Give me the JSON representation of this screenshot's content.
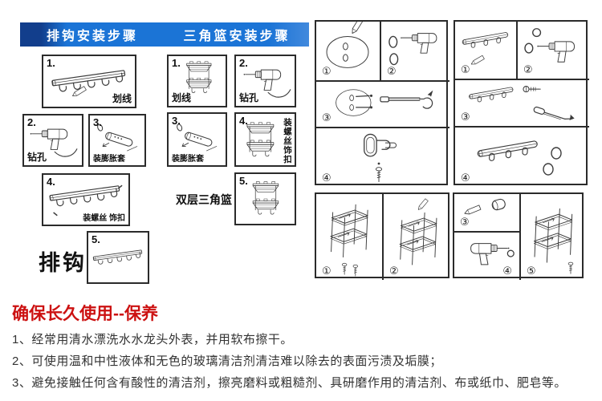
{
  "banner": {
    "left_title": "排钩安装步骤",
    "right_title": "三角篮安装步骤"
  },
  "hook_section": {
    "caption": "排钩",
    "steps": [
      {
        "num": "1.",
        "label": "划线"
      },
      {
        "num": "2.",
        "label": "钻孔"
      },
      {
        "num": "3.",
        "label": "装膨胀套"
      },
      {
        "num": "4.",
        "label": "装螺丝 饰扣"
      },
      {
        "num": "5.",
        "label": ""
      }
    ]
  },
  "basket_section": {
    "caption": "双层三角篮",
    "steps": [
      {
        "num": "1.",
        "label": "划线"
      },
      {
        "num": "2.",
        "label": "钻孔"
      },
      {
        "num": "3.",
        "label": "装膨胀套"
      },
      {
        "num": "4.",
        "label": "装螺丝饰扣"
      },
      {
        "num": "5.",
        "label": ""
      }
    ]
  },
  "grids": {
    "a": [
      "①",
      "②",
      "③",
      "④"
    ],
    "b": [
      "①",
      "②",
      "③",
      "④"
    ],
    "c": [
      "①",
      "②",
      "③",
      "④",
      "⑤"
    ]
  },
  "illustrations": {
    "hook_rail": "five-hook aluminum rail line drawing",
    "drill": "electric hand drill line drawing",
    "expansion_sleeve": "wall anchor expansion sleeve with ring",
    "double_basket": "two-tier corner basket line drawing",
    "oval_plate": "oval mounting plate with two holes",
    "shelf": "two-tier rectangular rack line drawing"
  },
  "colors": {
    "banner_blue": "#1b74d6",
    "banner_dark_blue": "#123e8c",
    "heading_red": "#cc1111",
    "body_text": "#333333",
    "line_art": "#3b3b3b"
  },
  "maintenance": {
    "heading": "确保长久使用--保养",
    "lines": [
      "1、经常用清水漂洗水水龙头外表，并用软布擦干。",
      "2、可使用温和中性液体和无色的玻璃清洁剂清洁难以除去的表面污渍及垢膜；",
      "3、避免接触任何含有酸性的清洁剂，擦亮磨料或粗糙剂、具研磨作用的清洁剂、布或纸巾、肥皂等。"
    ]
  }
}
